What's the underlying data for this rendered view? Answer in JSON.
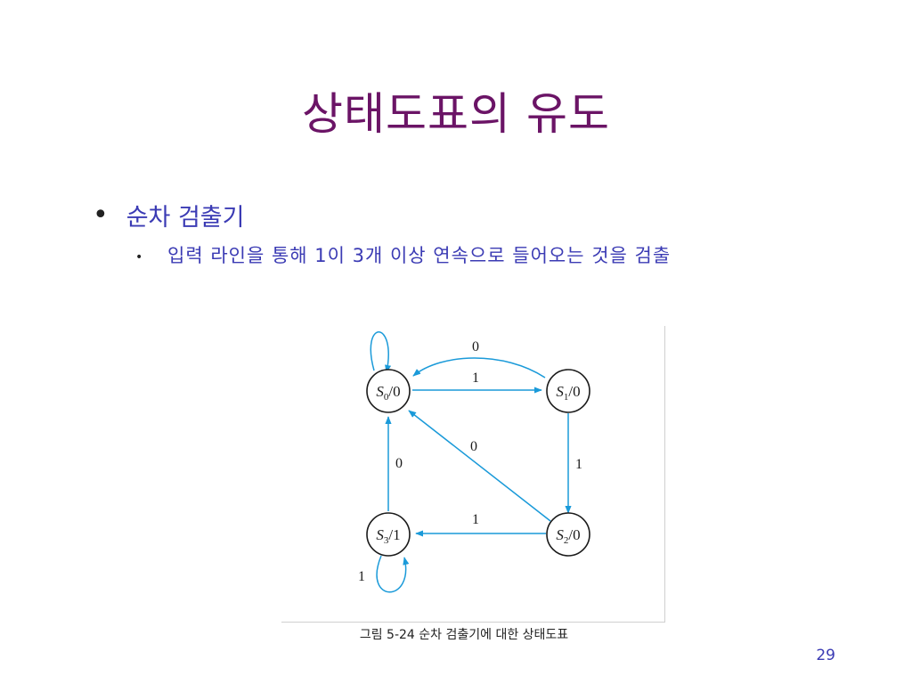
{
  "slide": {
    "title": "상태도표의 유도",
    "bullet_level1": "순차 검출기",
    "bullet_level2": "입력 라인을 통해 1이 3개 이상 연속으로 들어오는 것을 검출",
    "caption": "그림 5-24  순차 검출기에 대한 상태도표",
    "page_number": "29"
  },
  "diagram": {
    "states": [
      {
        "id": "S0",
        "symbol": "S",
        "sub": "0",
        "output": "/0"
      },
      {
        "id": "S1",
        "symbol": "S",
        "sub": "1",
        "output": "/0"
      },
      {
        "id": "S2",
        "symbol": "S",
        "sub": "2",
        "output": "/0"
      },
      {
        "id": "S3",
        "symbol": "S",
        "sub": "3",
        "output": "/1"
      }
    ],
    "transitions": [
      {
        "from": "S0",
        "to": "S0",
        "label": ""
      },
      {
        "from": "S1",
        "to": "S0",
        "label": "0"
      },
      {
        "from": "S0",
        "to": "S1",
        "label": "1"
      },
      {
        "from": "S1",
        "to": "S2",
        "label": "1"
      },
      {
        "from": "S2",
        "to": "S0",
        "label": "0"
      },
      {
        "from": "S2",
        "to": "S3",
        "label": "1"
      },
      {
        "from": "S3",
        "to": "S0",
        "label": "0"
      },
      {
        "from": "S3",
        "to": "S3",
        "label": "1"
      }
    ],
    "colors": {
      "arrow": "#1a9ad9",
      "node_stroke": "#1a1a1a",
      "label": "#1a1a1a"
    }
  }
}
